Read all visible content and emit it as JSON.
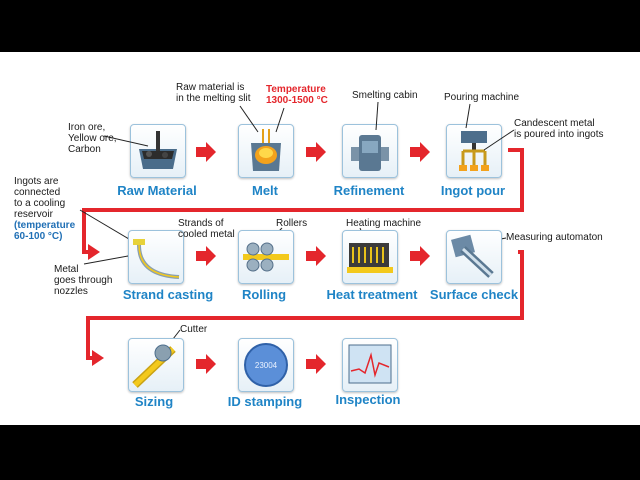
{
  "colors": {
    "title": "#1f84c6",
    "flow_red": "#e4262c",
    "box_border": "#9cc2dc"
  },
  "steps": [
    {
      "label": "Raw Material",
      "icon": "ore-crucible-icon"
    },
    {
      "label": "Melt",
      "icon": "melting-pot-icon"
    },
    {
      "label": "Refinement",
      "icon": "smelting-cabin-icon"
    },
    {
      "label": "Ingot pour",
      "icon": "pouring-machine-icon"
    },
    {
      "label": "Strand casting",
      "icon": "strand-caster-icon"
    },
    {
      "label": "Rolling",
      "icon": "rollers-icon"
    },
    {
      "label": "Heat treatment",
      "icon": "heating-machine-icon"
    },
    {
      "label": "Surface check",
      "icon": "measuring-automaton-icon"
    },
    {
      "label": "Sizing",
      "icon": "cutter-icon"
    },
    {
      "label": "ID stamping",
      "icon": "stamp-disc-icon"
    },
    {
      "label": "Inspection",
      "icon": "monitor-graph-icon"
    }
  ],
  "notes": {
    "ore": [
      "Iron ore,",
      "Yellow ore,",
      "Carbon"
    ],
    "melt_slit": [
      "Raw material is",
      "in the melting slit"
    ],
    "temp_melt_label": "Temperature",
    "temp_melt_value": "1300-1500 °C",
    "smelting_cabin": "Smelting cabin",
    "pouring_machine": "Pouring machine",
    "candescent": [
      "Candescent metal",
      "is poured into ingots"
    ],
    "ingots_connected": [
      "Ingots are",
      "connected",
      "to a cooling",
      "reservoir"
    ],
    "cooling_temp": [
      "(temperature",
      "60-100 °C)"
    ],
    "metal_nozzles": [
      "Metal",
      "goes through",
      "nozzles"
    ],
    "strands": [
      "Strands of",
      "cooled metal"
    ],
    "rollers": "Rollers",
    "heating_machine": "Heating machine",
    "measuring_automaton": "Measuring automaton",
    "cutter": "Cutter",
    "stamp_number": "23004"
  }
}
